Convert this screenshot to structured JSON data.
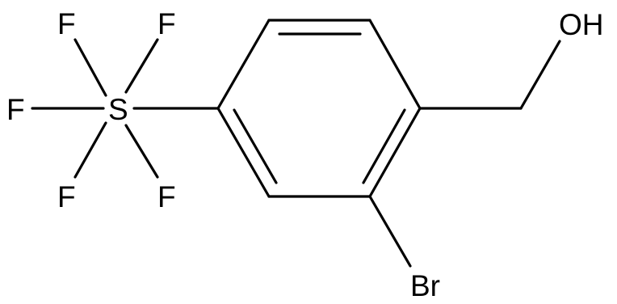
{
  "molecule": {
    "labels": {
      "hydroxyl": "OH",
      "bromine": "Br",
      "sulfur": "S",
      "fluorine_top_left": "F",
      "fluorine_top_right": "F",
      "fluorine_left": "F",
      "fluorine_bottom_left": "F",
      "fluorine_bottom_right": "F"
    },
    "colors": {
      "bond": "#000000",
      "text": "#000000",
      "background": "#ffffff"
    }
  }
}
